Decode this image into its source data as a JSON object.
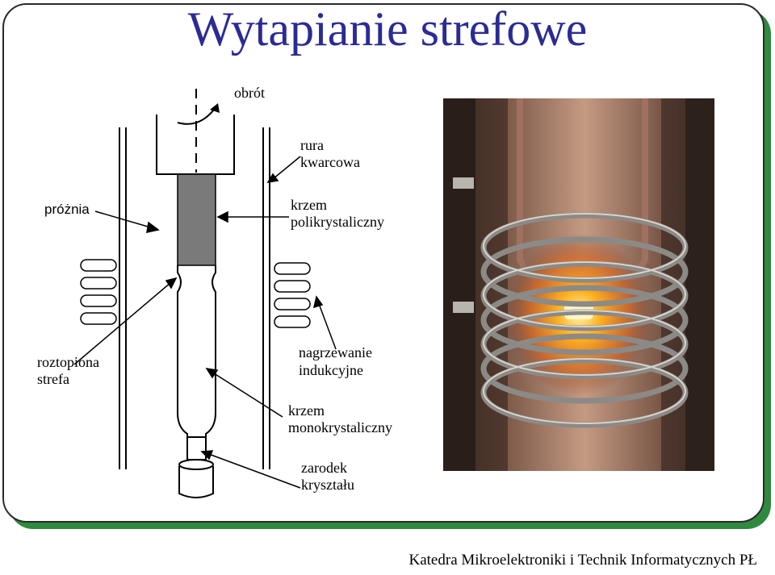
{
  "title": "Wytapianie strefowe",
  "labels": {
    "rotation": "obrót",
    "quartz_tube_line1": "rura",
    "quartz_tube_line2": "kwarcowa",
    "vacuum": "próżnia",
    "poly_line1": "krzem",
    "poly_line2": "polikrystaliczny",
    "molten_line1": "roztopiona",
    "molten_line2": "strefa",
    "heating_line1": "nagrzewanie",
    "heating_line2": "indukcyjne",
    "mono_line1": "krzem",
    "mono_line2": "monokrystaliczny",
    "seed_line1": "zarodek",
    "seed_line2": "kryształu"
  },
  "footer": "Katedra Mikroelektroniki i Technik Informatycznych PŁ",
  "colors": {
    "title": "#2b2b96",
    "frame_shadow": "#2f8a3f",
    "polysilicon": "#7a7a7a"
  }
}
